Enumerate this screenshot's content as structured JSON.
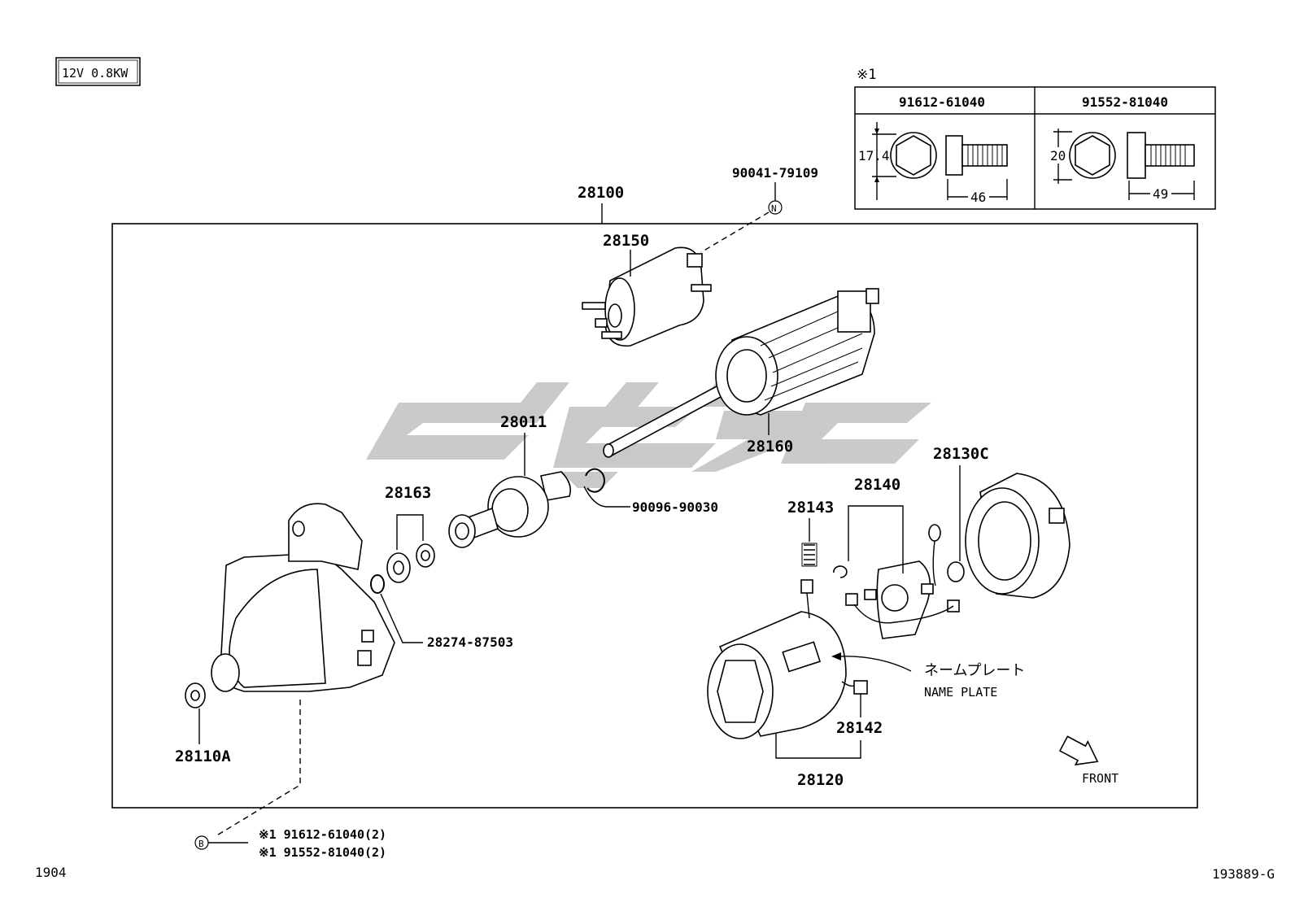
{
  "spec_box": "12V 0.8KW",
  "bolt_table": {
    "marker": "※1",
    "col1": {
      "part_no": "91612-61040",
      "dim_height": "17.4",
      "dim_length": "46"
    },
    "col2": {
      "part_no": "91552-81040",
      "dim_height": "20",
      "dim_length": "49"
    }
  },
  "assembly_label": "28100",
  "parts": {
    "solenoid": "28150",
    "solenoid_nut": "90041-79109",
    "solenoid_nut_marker": "N",
    "armature": "28160",
    "clutch": "28011",
    "snap_ring": "90096-90030",
    "washers": "28163",
    "clip": "28274-87503",
    "bushing": "28110A",
    "end_frame": "28130C",
    "brush_holder": "28140",
    "brush_spring": "28143",
    "brush": "28142",
    "yoke": "28120"
  },
  "name_plate_jp": "ネームプレート",
  "name_plate_en": "NAME PLATE",
  "front_label": "FRONT",
  "bolt_ref": {
    "marker": "B",
    "line1": "※1  91612-61040(2)",
    "line2": "※1  91552-81040(2)"
  },
  "footer_left": "1904",
  "footer_right": "193889-G"
}
